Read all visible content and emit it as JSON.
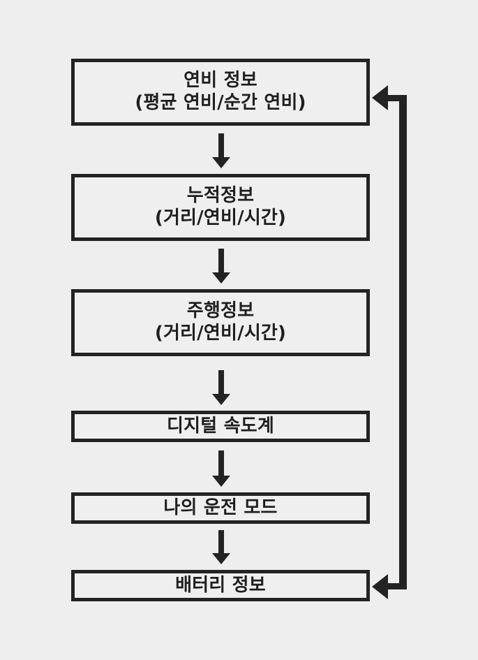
{
  "diagram": {
    "title": "",
    "background_color": "#eeeeee",
    "node_fill_color": "#efefef",
    "stroke_color": "#232323",
    "nodes": [
      {
        "id": "node-0",
        "name": "fuel-economy-info",
        "lines": [
          "연비 정보",
          "(평균 연비/순간 연비)"
        ]
      },
      {
        "id": "node-1",
        "name": "accumulated-info",
        "lines": [
          "누적정보",
          "(거리/연비/시간)"
        ]
      },
      {
        "id": "node-2",
        "name": "trip-info",
        "lines": [
          "주행정보",
          "(거리/연비/시간)"
        ]
      },
      {
        "id": "node-3",
        "name": "digital-speedometer",
        "lines": [
          "디지털 속도계"
        ]
      },
      {
        "id": "node-4",
        "name": "my-driving-mode",
        "lines": [
          "나의 운전 모드"
        ]
      },
      {
        "id": "node-5",
        "name": "battery-info",
        "lines": [
          "배터리 정보"
        ]
      }
    ],
    "connectors": [
      {
        "id": "arrow-0",
        "from": "node-0",
        "to": "node-1",
        "direction": "down"
      },
      {
        "id": "arrow-1",
        "from": "node-1",
        "to": "node-2",
        "direction": "down"
      },
      {
        "id": "arrow-2",
        "from": "node-2",
        "to": "node-3",
        "direction": "down"
      },
      {
        "id": "arrow-3",
        "from": "node-3",
        "to": "node-4",
        "direction": "down"
      },
      {
        "id": "arrow-4",
        "from": "node-4",
        "to": "node-5",
        "direction": "down"
      },
      {
        "id": "loop",
        "from": "node-5",
        "to": "node-0",
        "direction": "loop-right",
        "bidirectional": true
      }
    ]
  }
}
